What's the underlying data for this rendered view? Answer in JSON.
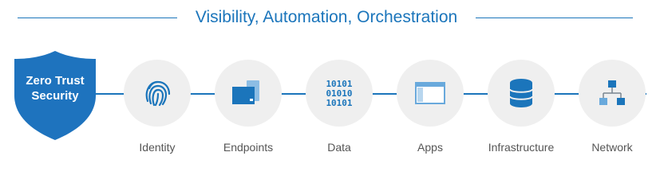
{
  "header": {
    "title": "Visibility, Automation, Orchestration"
  },
  "shield": {
    "line1": "Zero Trust",
    "line2": "Security"
  },
  "pillars": [
    {
      "label": "Identity",
      "icon": "fingerprint-icon"
    },
    {
      "label": "Endpoints",
      "icon": "devices-icon"
    },
    {
      "label": "Data",
      "icon": "binary-data-icon"
    },
    {
      "label": "Apps",
      "icon": "app-window-icon"
    },
    {
      "label": "Infrastructure",
      "icon": "database-icon"
    },
    {
      "label": "Network",
      "icon": "network-topology-icon"
    }
  ],
  "data_icon_rows": [
    "10101",
    "01010",
    "10101"
  ],
  "colors": {
    "accent": "#1b75bb",
    "shield": "#1e73be",
    "icon_light": "#69a9dc",
    "circle": "#efefef",
    "label": "#555555"
  }
}
